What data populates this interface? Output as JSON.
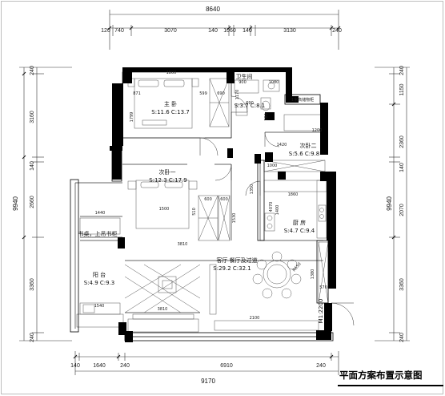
{
  "title": "平面方案布置示意图",
  "dimensions": {
    "top_total": "8640",
    "top_segments": [
      "120",
      "740",
      "3070",
      "140",
      "1060",
      "140",
      "3130",
      "240"
    ],
    "bottom_segments": [
      "140",
      "1640",
      "240",
      "6910",
      "240"
    ],
    "bottom_total": "9170",
    "left_total": "9940",
    "left_segments": [
      "240",
      "3160",
      "140",
      "2660",
      "3360",
      "240"
    ],
    "right_total": "9940",
    "right_segments": [
      "240",
      "1150",
      "2360",
      "140",
      "2070",
      "3360",
      "240"
    ]
  },
  "rooms": [
    {
      "name": "主 卧",
      "area": "S:11.6 C:13.7"
    },
    {
      "name": "卫生间",
      "area": "S:3.7 C:8.1"
    },
    {
      "name": "次卧二",
      "area": "S:5.6 C:9.8"
    },
    {
      "name": "次卧一",
      "area": "S:12.3 C:17.9"
    },
    {
      "name": "厨 房",
      "area": "S:4.7 C:9.4"
    },
    {
      "name": "客厅 餐厅及过道",
      "area": "S:29.2 C:32.1"
    },
    {
      "name": "阳 台",
      "area": "S:4.9 C:9.3"
    }
  ],
  "annotations": {
    "bookshelf": "书桌，上吊书柜",
    "window_note": "1米高储物柜",
    "entry_door": "M1:2200",
    "inner": [
      "1800",
      "871",
      "599",
      "690",
      "900",
      "1080",
      "1170",
      "690",
      "780",
      "1200",
      "1799",
      "1420",
      "1000",
      "1500",
      "510",
      "600",
      "600",
      "1530",
      "1440",
      "3810",
      "3810",
      "2100",
      "1540",
      "1860",
      "1400",
      "1380",
      "570",
      "4070",
      "1350",
      "R650"
    ]
  }
}
